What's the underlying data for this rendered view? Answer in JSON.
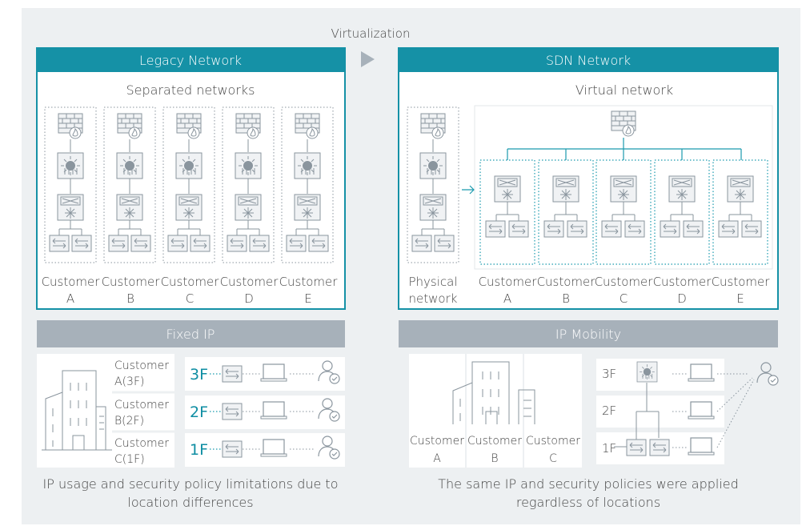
{
  "top_label": "Virtualization",
  "legacy": {
    "title": "Legacy Network",
    "subtitle": "Separated networks",
    "customers": [
      {
        "line1": "Customer",
        "line2": "A"
      },
      {
        "line1": "Customer",
        "line2": "B"
      },
      {
        "line1": "Customer",
        "line2": "C"
      },
      {
        "line1": "Customer",
        "line2": "D"
      },
      {
        "line1": "Customer",
        "line2": "E"
      }
    ]
  },
  "sdn": {
    "title": "SDN Network",
    "subtitle": "Virtual network",
    "physical_line1": "Physical",
    "physical_line2": "network",
    "customers": [
      {
        "line1": "Customer",
        "line2": "A"
      },
      {
        "line1": "Customer",
        "line2": "B"
      },
      {
        "line1": "Customer",
        "line2": "C"
      },
      {
        "line1": "Customer",
        "line2": "D"
      },
      {
        "line1": "Customer",
        "line2": "E"
      }
    ]
  },
  "fixed_ip": {
    "title": "Fixed IP",
    "buildings": [
      {
        "line1": "Customer",
        "line2": "A(3F)"
      },
      {
        "line1": "Customer",
        "line2": "B(2F)"
      },
      {
        "line1": "Customer",
        "line2": "C(1F)"
      }
    ],
    "floors": [
      "3F",
      "2F",
      "1F"
    ],
    "caption_line1": "IP usage and security policy limitations due to",
    "caption_line2": "location differences"
  },
  "ip_mobility": {
    "title": "IP Mobility",
    "customers": [
      {
        "line1": "Customer",
        "line2": "A"
      },
      {
        "line1": "Customer",
        "line2": "B"
      },
      {
        "line1": "Customer",
        "line2": "C"
      }
    ],
    "floors": [
      "3F",
      "2F",
      "1F"
    ],
    "caption_line1": "The same IP and security policies were applied",
    "caption_line2": "regardless of locations"
  },
  "colors": {
    "background": "#edf0f2",
    "teal": "#1591a6",
    "gray_header": "#a7b1ba"
  }
}
